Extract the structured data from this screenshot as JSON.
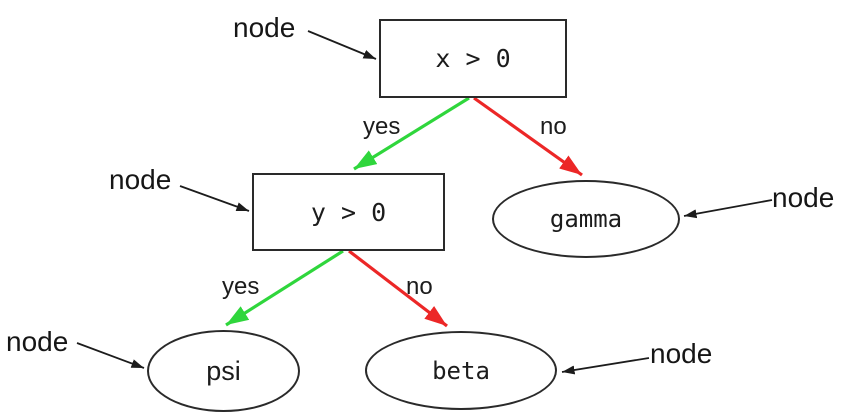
{
  "diagram": {
    "type": "decision-tree",
    "nodes": {
      "root": {
        "label": "x > 0",
        "shape": "rectangle"
      },
      "branch": {
        "label": "y > 0",
        "shape": "rectangle"
      },
      "gamma": {
        "label": "gamma",
        "shape": "ellipse"
      },
      "psi": {
        "label": "psi",
        "shape": "ellipse"
      },
      "beta": {
        "label": "beta",
        "shape": "ellipse"
      }
    },
    "edges": [
      {
        "from": "x > 0",
        "to": "y > 0",
        "label": "yes",
        "color": "#2FD63C"
      },
      {
        "from": "x > 0",
        "to": "gamma",
        "label": "no",
        "color": "#EC2727"
      },
      {
        "from": "y > 0",
        "to": "psi",
        "label": "yes",
        "color": "#2FD63C"
      },
      {
        "from": "y > 0",
        "to": "beta",
        "label": "no",
        "color": "#EC2727"
      }
    ],
    "annotations": [
      {
        "label": "node",
        "target": "x > 0"
      },
      {
        "label": "node",
        "target": "y > 0"
      },
      {
        "label": "node",
        "target": "gamma"
      },
      {
        "label": "node",
        "target": "psi"
      },
      {
        "label": "node",
        "target": "beta"
      }
    ],
    "colors": {
      "yes_edge": "#2FD63C",
      "no_edge": "#EC2727",
      "annotation_arrow": "#1C1C1C",
      "node_border": "#2A2A2A"
    }
  }
}
